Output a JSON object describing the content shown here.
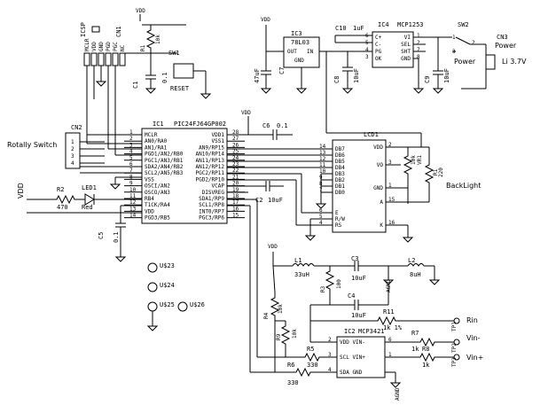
{
  "power": {
    "vdd": "VDD",
    "agnd": "AGND"
  },
  "ic1": {
    "ref": "IC1",
    "part": "PIC24FJ64GP002",
    "left_pins": [
      {
        "num": "1",
        "name": "MCLR"
      },
      {
        "num": "2",
        "name": "AN0/RA0"
      },
      {
        "num": "3",
        "name": "AN1/RA1"
      },
      {
        "num": "4",
        "name": "PGD1/AN2/RB0"
      },
      {
        "num": "5",
        "name": "PGC1/AN3/RB1"
      },
      {
        "num": "6",
        "name": "SDA2/AN4/RB2"
      },
      {
        "num": "7",
        "name": "SCL2/AN5/RB3"
      },
      {
        "num": "8",
        "name": "VSS"
      },
      {
        "num": "9",
        "name": "OSCI/AN2"
      },
      {
        "num": "10",
        "name": "OSCO/AN3"
      },
      {
        "num": "11",
        "name": "RB4"
      },
      {
        "num": "12",
        "name": "T1CK/RA4"
      },
      {
        "num": "13",
        "name": "VDD"
      },
      {
        "num": "14",
        "name": "PGD3/RB5"
      }
    ],
    "right_pins": [
      {
        "num": "28",
        "name": "VDD1"
      },
      {
        "num": "27",
        "name": "VSS1"
      },
      {
        "num": "26",
        "name": "AN9/RP15"
      },
      {
        "num": "25",
        "name": "AN10/RP14"
      },
      {
        "num": "24",
        "name": "AN11/RP13"
      },
      {
        "num": "23",
        "name": "AN12/RP12"
      },
      {
        "num": "22",
        "name": "PGC2/RP11"
      },
      {
        "num": "21",
        "name": "PGD2/RP10"
      },
      {
        "num": "20",
        "name": "VCAP"
      },
      {
        "num": "19",
        "name": "DISVREG"
      },
      {
        "num": "18",
        "name": "SDA1/RP9"
      },
      {
        "num": "17",
        "name": "SCL1/RP8"
      },
      {
        "num": "16",
        "name": "INT0/RP7"
      },
      {
        "num": "15",
        "name": "PGC3/RP6"
      }
    ]
  },
  "ic2": {
    "ref": "IC2",
    "part": "MCP3421",
    "left_pins": [
      {
        "num": "2",
        "name": "VDD VIN-"
      },
      {
        "num": "3",
        "name": "SCL VIN+"
      },
      {
        "num": "4",
        "name": "SDA GND"
      }
    ],
    "right_pins": [
      {
        "num": "6",
        "name": ""
      },
      {
        "num": "1",
        "name": ""
      }
    ]
  },
  "ic3": {
    "ref": "IC3",
    "part": "78L03",
    "out": "OUT",
    "in": "IN",
    "gnd": "GND"
  },
  "ic4": {
    "ref": "IC4",
    "part": "MCP1253",
    "left": [
      "C+",
      "C-",
      "PG",
      "OK"
    ],
    "right": [
      "VI",
      "SEL",
      "SHT",
      "GND"
    ],
    "pins": [
      "6",
      "5",
      "4",
      "3",
      "1",
      "2",
      "7",
      "8"
    ]
  },
  "lcd": {
    "ref": "LCD1",
    "pins": [
      {
        "num": "14",
        "name": "DB7"
      },
      {
        "num": "13",
        "name": "DB6"
      },
      {
        "num": "12",
        "name": "DB5"
      },
      {
        "num": "11",
        "name": "DB4"
      },
      {
        "num": "10",
        "name": "DB3"
      },
      {
        "num": "9",
        "name": "DB2"
      },
      {
        "num": "8",
        "name": "DB1"
      },
      {
        "num": "7",
        "name": "DB0"
      },
      {
        "num": "6",
        "name": "E"
      },
      {
        "num": "5",
        "name": "R/W"
      },
      {
        "num": "4",
        "name": "RS"
      }
    ],
    "right_pins": [
      {
        "num": "2",
        "name": "VDD"
      },
      {
        "num": "3",
        "name": "VO"
      },
      {
        "num": "1",
        "name": "GND"
      },
      {
        "num": "15",
        "name": "A"
      },
      {
        "num": "16",
        "name": "K"
      }
    ],
    "vr1": "VR1",
    "vr1_val": "10k",
    "r11l": "R1",
    "r11l_val": "220",
    "backlight": "BackLight"
  },
  "icsp": {
    "ref": "ICSP",
    "cn": "CN1",
    "pins": [
      "MCLR",
      "VDD",
      "GND",
      "PGD",
      "PGC",
      "NC"
    ]
  },
  "sw1": {
    "ref": "SW1",
    "label": "RESET",
    "r1": "R1",
    "r1_val": "10k",
    "c1": "C1",
    "c1_val": "0.1"
  },
  "cn2": {
    "ref": "CN2",
    "label": "Rotally Switch",
    "pins": [
      "1",
      "2",
      "3",
      "4"
    ]
  },
  "cn3": {
    "ref": "CN3",
    "label": "Power",
    "batt": "Li 3.7V"
  },
  "sw2": {
    "ref": "SW2",
    "label": "Power",
    "p1": "1",
    "p2": "2",
    "p3": "3"
  },
  "led": {
    "ref": "LED1",
    "color": "Red",
    "r2": "R2",
    "r2_val": "470"
  },
  "caps": {
    "c5": "C5",
    "c5_val": "0.1",
    "c6": "C6",
    "c6_val": "0.1",
    "c2": "C2",
    "c2_val": "10uF",
    "c7": "C7",
    "c7_val": "47uF",
    "c8": "C8",
    "c8_val": "10uF",
    "c9": "C9",
    "c9_val": "10uF",
    "c10": "C10",
    "c10_val": "1uF",
    "c3": "C3",
    "c3_val": "10uF",
    "c4": "C4",
    "c4_val": "10uF"
  },
  "inductors": {
    "l1": "L1",
    "l1_val": "33uH",
    "l2": "L2",
    "l2_val": "8uH"
  },
  "resistors": {
    "r3": "R3",
    "r3_val": "100",
    "r4": "R4",
    "r4_val": "10k",
    "r9": "R9",
    "r9_val": "10k",
    "r5": "R5",
    "r5_val": "330",
    "r6": "R6",
    "r6_val": "330",
    "r7": "R7",
    "r7_val": "1k",
    "r8": "R8",
    "r8_val": "1k",
    "r11": "R11",
    "r11_val": "1k 1%"
  },
  "terminals": {
    "rin": "Rin",
    "vinm": "Vin-",
    "vinp": "Vin+",
    "tp1": "TP1",
    "tp2": "TP2",
    "tp3": "TP3"
  },
  "holes": [
    "U$23",
    "U$24",
    "U$25",
    "U$26"
  ]
}
